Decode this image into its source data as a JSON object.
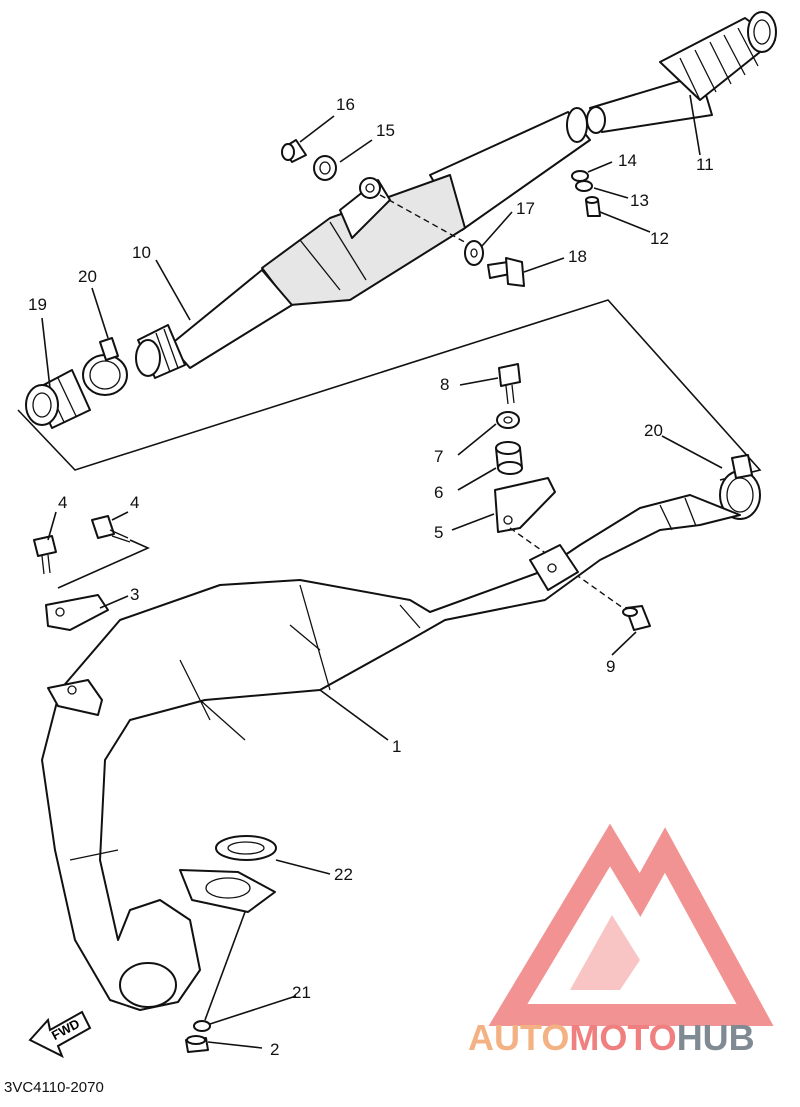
{
  "diagram": {
    "code": "3VC4110-2070",
    "direction_label": "FWD",
    "colors": {
      "ink": "#111111",
      "watermark": "#f08080",
      "hub": "#7f8a93",
      "accent": "#f4b183"
    }
  },
  "callouts": [
    {
      "id": "c1",
      "text": "1"
    },
    {
      "id": "c2",
      "text": "2"
    },
    {
      "id": "c3",
      "text": "3"
    },
    {
      "id": "c4a",
      "text": "4"
    },
    {
      "id": "c4b",
      "text": "4"
    },
    {
      "id": "c5",
      "text": "5"
    },
    {
      "id": "c6",
      "text": "6"
    },
    {
      "id": "c7",
      "text": "7"
    },
    {
      "id": "c8",
      "text": "8"
    },
    {
      "id": "c9",
      "text": "9"
    },
    {
      "id": "c10",
      "text": "10"
    },
    {
      "id": "c11",
      "text": "11"
    },
    {
      "id": "c12",
      "text": "12"
    },
    {
      "id": "c13",
      "text": "13"
    },
    {
      "id": "c14",
      "text": "14"
    },
    {
      "id": "c15",
      "text": "15"
    },
    {
      "id": "c16",
      "text": "16"
    },
    {
      "id": "c17",
      "text": "17"
    },
    {
      "id": "c18",
      "text": "18"
    },
    {
      "id": "c19",
      "text": "19"
    },
    {
      "id": "c20a",
      "text": "20"
    },
    {
      "id": "c20b",
      "text": "20"
    },
    {
      "id": "c21",
      "text": "21"
    },
    {
      "id": "c22",
      "text": "22"
    }
  ],
  "watermark": {
    "part1": "AUTO",
    "part2": "MOTO",
    "part3": "HUB"
  }
}
